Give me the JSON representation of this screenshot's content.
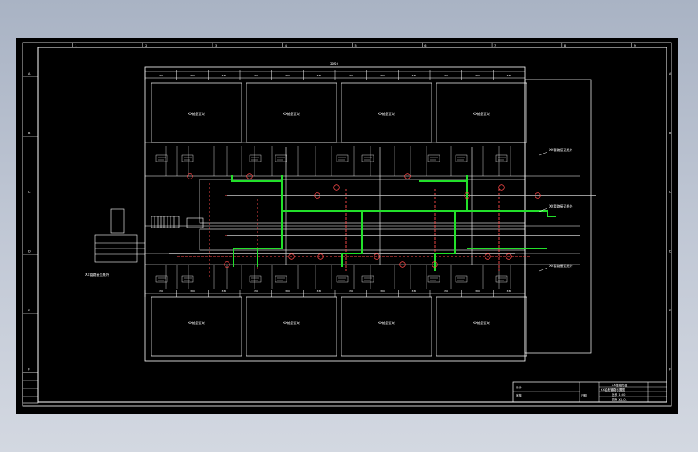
{
  "colors": {
    "background_top": "#a9b3c4",
    "sheet": "#000000",
    "line": "#ffffff",
    "pipe_highlight": "#22e02a",
    "pipe_secondary": "#ff4a4a",
    "annotation": "#ffffff"
  },
  "frame": {
    "border_ticks_top": [
      "1",
      "2",
      "3",
      "4",
      "5",
      "6",
      "7",
      "8",
      "9"
    ],
    "border_ticks_side": [
      "A",
      "B",
      "C",
      "D",
      "E",
      "F"
    ]
  },
  "drawing": {
    "overall_dimension_label": "3050",
    "rooms_top": [
      "XX舱室区域",
      "XX舱室区域",
      "XX舱室区域",
      "XX舱室区域"
    ],
    "rooms_bottom": [
      "XX舱室区域",
      "XX舱室区域",
      "XX舱室区域",
      "XX舱室区域"
    ],
    "dimension_labels_top": [
      "330",
      "330",
      "330",
      "330",
      "330",
      "330",
      "330",
      "330",
      "330",
      "330",
      "330",
      "330"
    ],
    "dimension_labels_bottom": [
      "330",
      "330",
      "330",
      "330",
      "330",
      "330",
      "330",
      "330",
      "330",
      "330",
      "330",
      "330"
    ],
    "left_callout": "XX管路接至舱外",
    "right_callouts": [
      "XX管路接至舱外",
      "XX管路接至舱外",
      "XX管路接至舱外"
    ]
  },
  "title_block": {
    "rows": [
      "XX管路布置",
      "XX船舶管路布置图",
      "比例 1:50",
      "图号 XX-01"
    ],
    "small_labels": [
      "设计",
      "审核",
      "日期"
    ]
  }
}
